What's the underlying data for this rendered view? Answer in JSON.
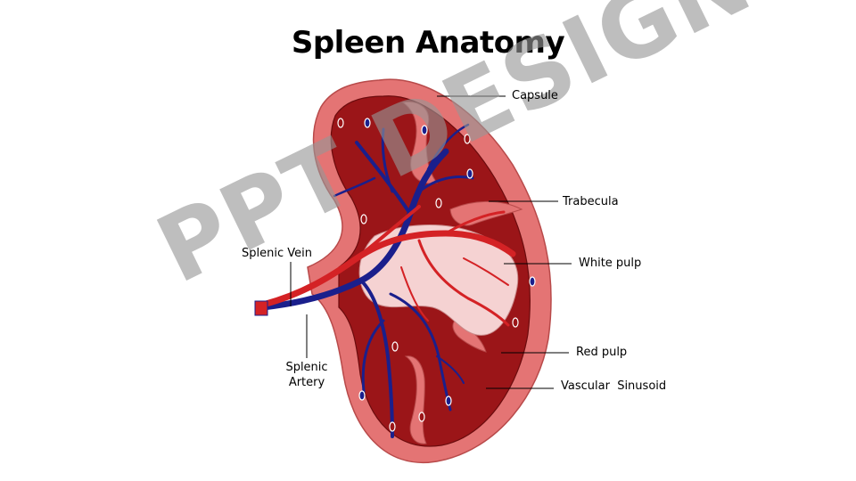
{
  "title": "Spleen Anatomy",
  "labels": {
    "capsule": "Capsule",
    "trabecula": "Trabecula",
    "white_pulp": "White pulp",
    "red_pulp": "Red pulp",
    "vascular_sinusoid": "Vascular  Sinusoid",
    "splenic_vein": "Splenic Vein",
    "splenic_artery_line1": "Splenic",
    "splenic_artery_line2": "Artery"
  },
  "watermark": "PPT DESIGN",
  "colors": {
    "capsule": "#e47474",
    "red_pulp": "#9b1518",
    "white_pulp": "#f5d2d2",
    "artery": "#d42225",
    "vein": "#1a1f8c"
  }
}
